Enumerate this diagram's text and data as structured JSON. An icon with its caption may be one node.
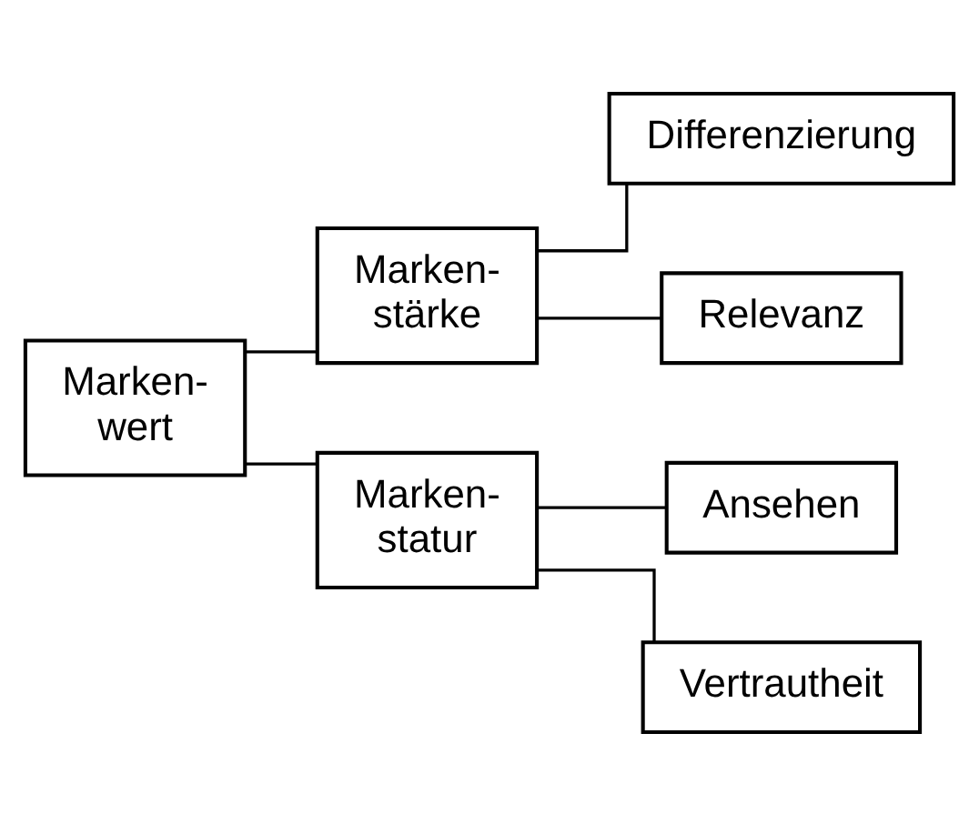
{
  "diagram": {
    "nodes": [
      {
        "text": [
          "Marken- wert"
        ]
      },
      {
        "text": [
          "Marken- stärke"
        ]
      },
      {
        "text": [
          "Marken- statur"
        ]
      },
      {
        "text": [
          "Differenzierung"
        ]
      },
      {
        "text": [
          "Relevanz"
        ]
      },
      {
        "text": [
          "Ansehen"
        ]
      },
      {
        "text": [
          "Vertrautheit"
        ]
      }
    ],
    "edges": [
      {
        "from": 0,
        "to": 1,
        "arrow": "none"
      },
      {
        "from": 0,
        "to": 2,
        "arrow": "none"
      },
      {
        "from": 1,
        "to": 3,
        "arrow": "none"
      },
      {
        "from": 1,
        "to": 4,
        "arrow": "none"
      },
      {
        "from": 2,
        "to": 5,
        "arrow": "none"
      },
      {
        "from": 2,
        "to": 6,
        "arrow": "none"
      }
    ]
  }
}
